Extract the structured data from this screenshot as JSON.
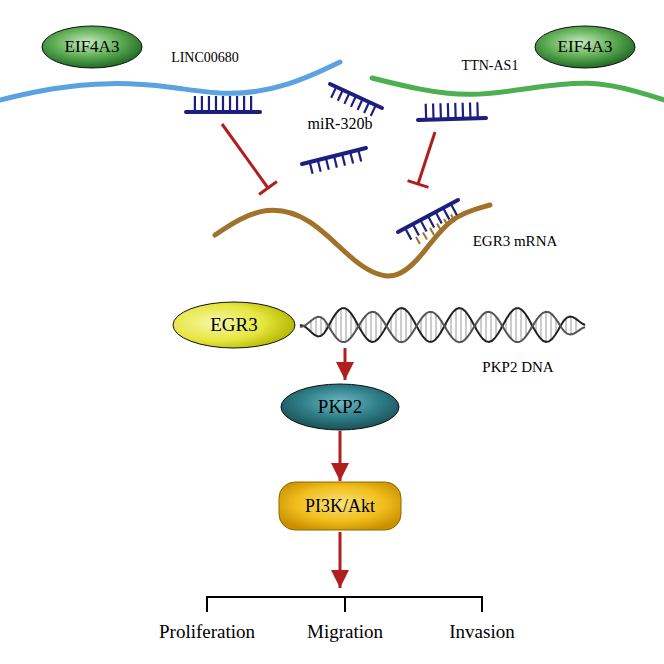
{
  "diagram": {
    "nodes": [
      {
        "text": [
          "EIF4A3"
        ]
      },
      {
        "text": [
          "EIF4A3"
        ]
      },
      {
        "text": [
          "EGR3"
        ]
      },
      {
        "text": [
          "PKP2"
        ]
      },
      {
        "text": [
          "PI3K/Akt"
        ]
      }
    ],
    "edges": [
      {
        "from": 3,
        "to": 4,
        "arrow": "to"
      }
    ],
    "labels": [
      "LINC00680",
      "miR-320b",
      "TTN-AS1",
      "EGR3 mRNA",
      "PKP2 DNA",
      "Proliferation",
      "Migration",
      "Invasion"
    ]
  }
}
